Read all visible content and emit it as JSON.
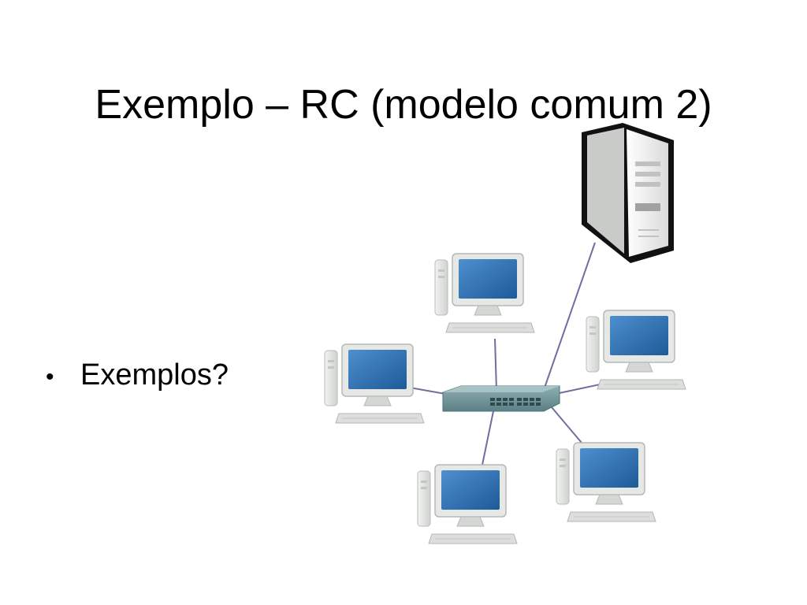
{
  "slide": {
    "title": "Exemplo – RC (modelo comum 2)",
    "bullets": [
      {
        "marker": "•",
        "text": "Exemplos?"
      }
    ]
  },
  "diagram": {
    "nodes": [
      {
        "name": "server-icon",
        "kind": "server"
      },
      {
        "name": "switch-icon",
        "kind": "network-switch"
      },
      {
        "name": "computer-top-icon",
        "kind": "desktop-computer"
      },
      {
        "name": "computer-left-icon",
        "kind": "desktop-computer"
      },
      {
        "name": "computer-right-icon",
        "kind": "desktop-computer"
      },
      {
        "name": "computer-bottom-icon",
        "kind": "desktop-computer"
      },
      {
        "name": "computer-bottom-right-icon",
        "kind": "desktop-computer"
      }
    ],
    "links": [
      [
        "switch-icon",
        "server-icon"
      ],
      [
        "switch-icon",
        "computer-top-icon"
      ],
      [
        "switch-icon",
        "computer-left-icon"
      ],
      [
        "switch-icon",
        "computer-right-icon"
      ],
      [
        "switch-icon",
        "computer-bottom-icon"
      ],
      [
        "switch-icon",
        "computer-bottom-right-icon"
      ]
    ],
    "colors": {
      "cable": "#6e6f9c",
      "screen": "#2c6fae",
      "case": "#e3e5e3",
      "switch": "#6d8f93",
      "server_outline": "#111111"
    }
  }
}
